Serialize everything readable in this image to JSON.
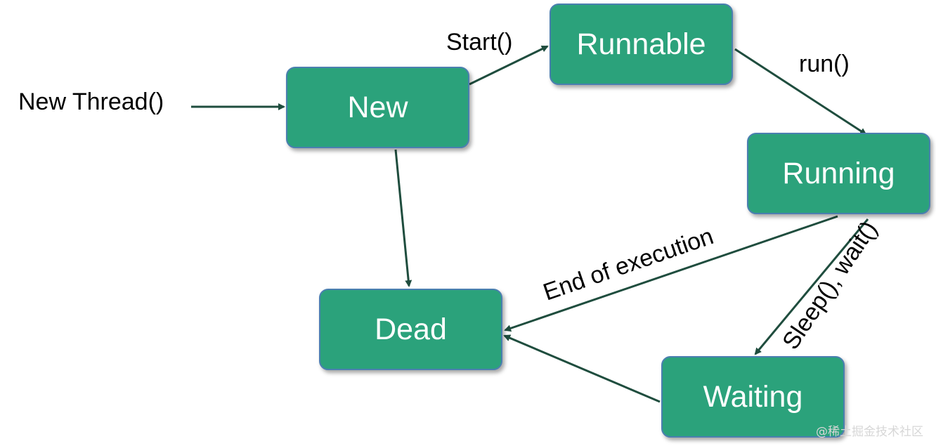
{
  "states": {
    "new": "New",
    "runnable": "Runnable",
    "running": "Running",
    "dead": "Dead",
    "waiting": "Waiting"
  },
  "transitions": {
    "create": "New Thread()",
    "start": "Start()",
    "run": "run()",
    "end": "End of execution",
    "sleep_wait": "Sleep(), wait()"
  },
  "watermark": "@稀土掘金技术社区",
  "colors": {
    "state_fill": "#2ba27b",
    "state_border": "#4a7fb0",
    "arrow": "#1f4d3e",
    "text": "#000000"
  }
}
